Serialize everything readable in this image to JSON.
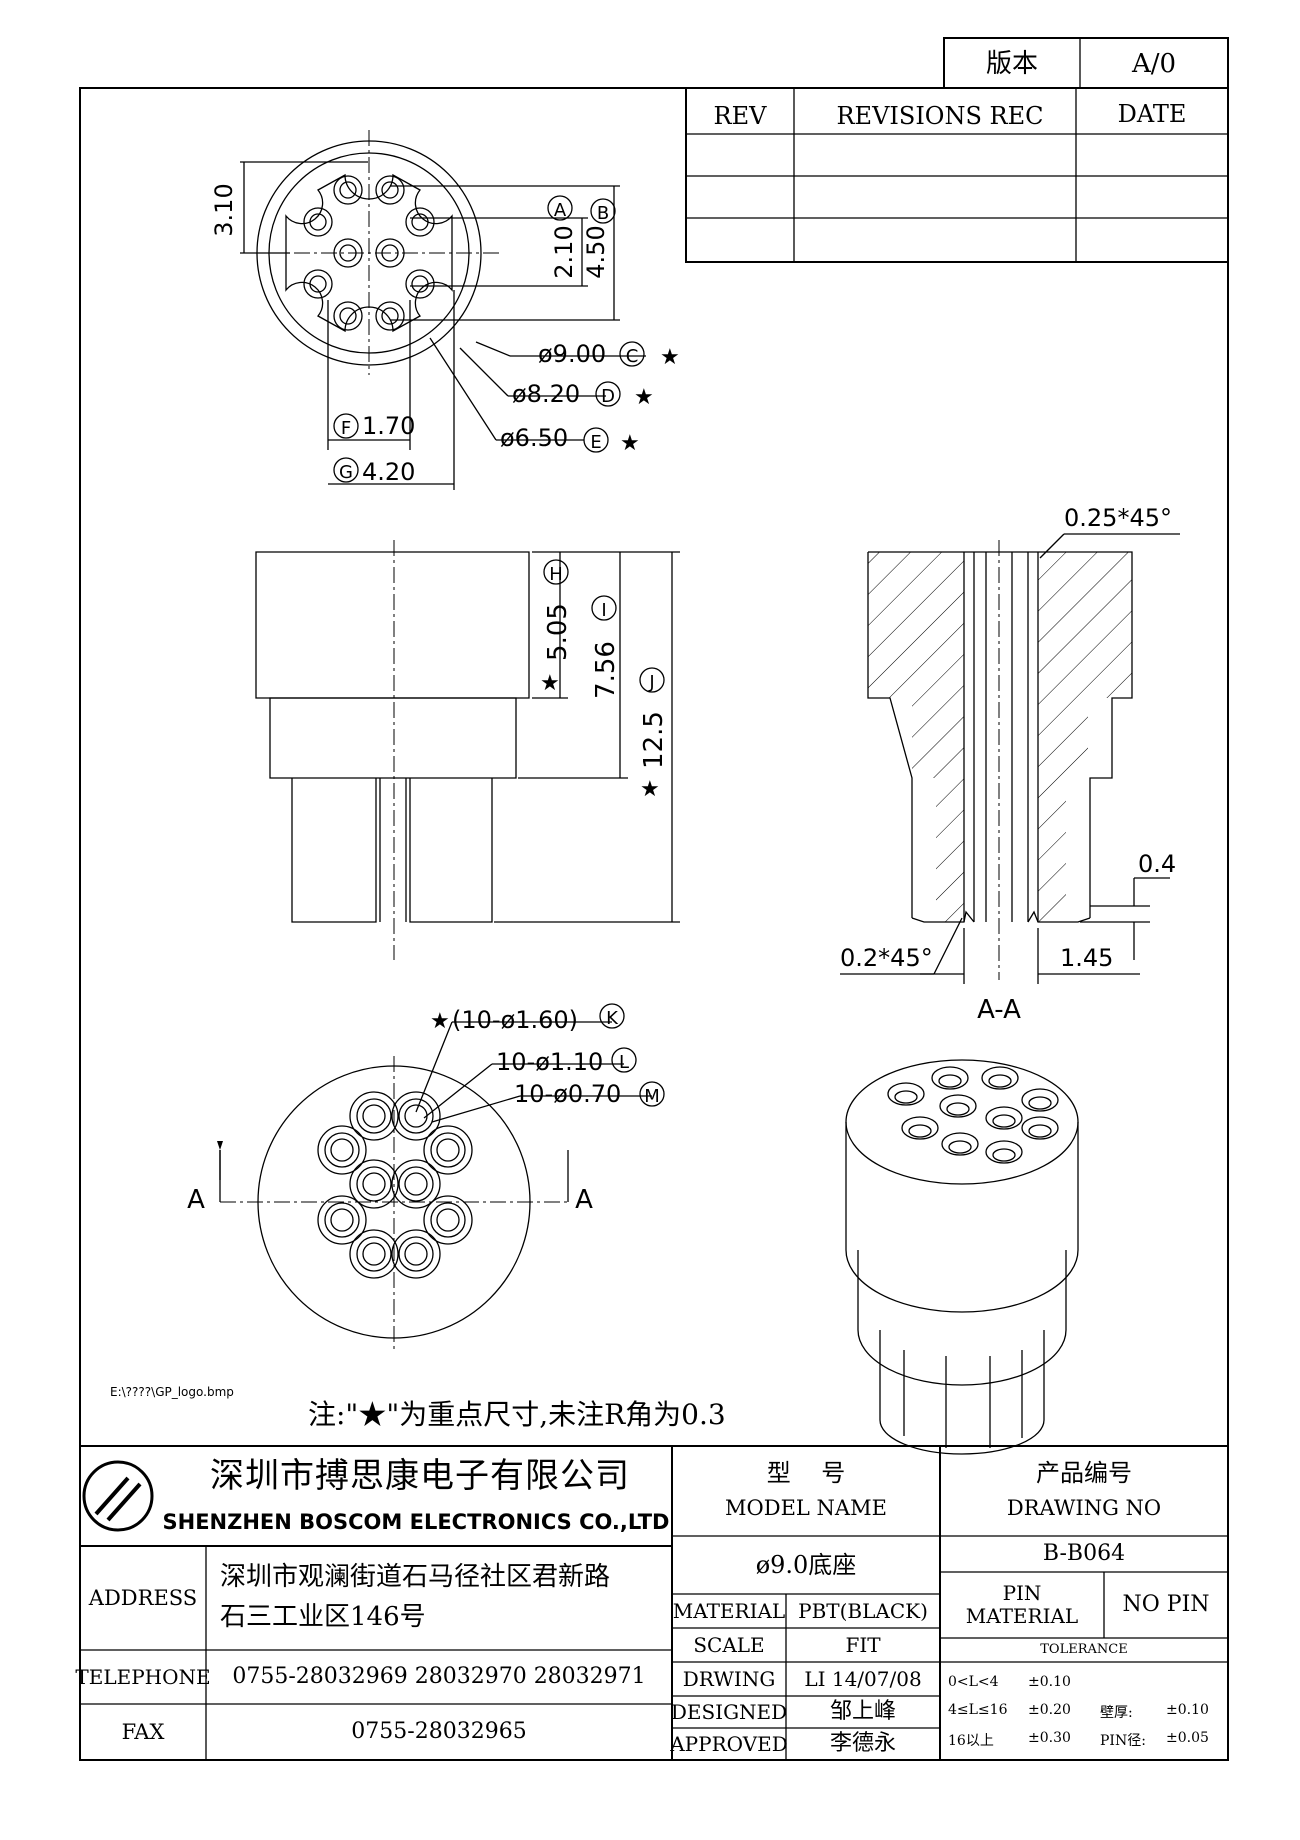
{
  "header_box": {
    "label": "版本",
    "value": "A/0"
  },
  "revisions": {
    "headers": [
      "REV",
      "REVISIONS REC",
      "DATE"
    ],
    "rows": [
      [
        "",
        "",
        ""
      ],
      [
        "",
        "",
        ""
      ],
      [
        "",
        "",
        ""
      ]
    ]
  },
  "dimensions": {
    "d_310": "3.10",
    "d_210": "2.10",
    "d_450": "4.50",
    "phi_900": "ø9.00",
    "phi_820": "ø8.20",
    "phi_650": "ø6.50",
    "d_170": "1.70",
    "d_420": "4.20",
    "d_505": "5.05",
    "d_756": "7.56",
    "d_125": "12.5",
    "chamfer_top": "0.25*45°",
    "chamfer_bottom": "0.2*45°",
    "d_04": "0.4",
    "d_145": "1.45",
    "holes_k": "(10-ø1.60)",
    "holes_l": "10-ø1.10",
    "holes_m": "10-ø0.70"
  },
  "markers": {
    "A": "A",
    "B": "B",
    "C": "C",
    "D": "D",
    "E": "E",
    "F": "F",
    "G": "G",
    "H": "H",
    "I": "I",
    "J": "J",
    "K": "K",
    "L": "L",
    "M": "M"
  },
  "star": "★",
  "section": {
    "label": "A-A",
    "arrow_left": "A",
    "arrow_right": "A"
  },
  "logo_path": "E:\\????\\GP_logo.bmp",
  "note": "注:\"★\"为重点尺寸,未注R角为0.3",
  "title_block": {
    "company_cn": "深圳市搏思康电子有限公司",
    "company_en": "SHENZHEN BOSCOM ELECTRONICS CO.,LTD",
    "address_label": "ADDRESS",
    "address_line1": "深圳市观澜街道石马径社区君新路",
    "address_line2": "石三工业区146号",
    "telephone_label": "TELEPHONE",
    "telephone": "0755-28032969 28032970 28032971",
    "fax_label": "FAX",
    "fax": "0755-28032965",
    "model_label_cn": "型    号",
    "model_label_en": "MODEL NAME",
    "model_value": "ø9.0底座",
    "drawing_label_cn": "产品编号",
    "drawing_label_en": "DRAWING NO",
    "drawing_value": "B-B064",
    "material_label": "MATERIAL",
    "material_value": "PBT(BLACK)",
    "scale_label": "SCALE",
    "scale_value": "FIT",
    "drwing_label": "DRWING",
    "drwing_value": "LI 14/07/08",
    "designed_label": "DESIGNED",
    "designed_value": "邹上峰",
    "approved_label": "APPROVED",
    "approved_value": "李德永",
    "pin_material_label": "PIN\nMATERIAL",
    "pin_material_value": "NO PIN",
    "tolerance_label": "TOLERANCE",
    "tol_row1_range": "0<L<4",
    "tol_row1_value": "±0.10",
    "tol_row2_range": "4≤L≤16",
    "tol_row2_value": "±0.20",
    "tol_row3_range": "16以上",
    "tol_row3_value": "±0.30",
    "wall_label": "壁厚:",
    "wall_value": "±0.10",
    "pin_dia_label": "PIN径:",
    "pin_dia_value": "±0.05"
  }
}
